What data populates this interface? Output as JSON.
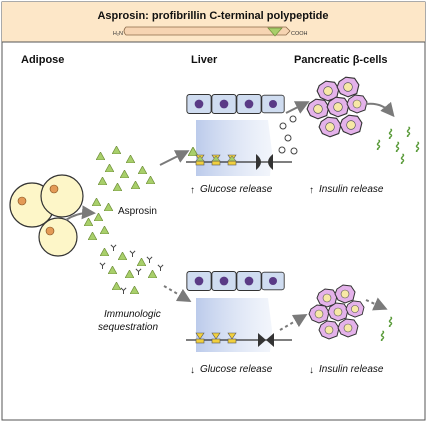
{
  "title": "Asprosin: profibrillin  C-terminal polypeptide",
  "terminus": {
    "n": "H₂N",
    "c": "COOH"
  },
  "sections": {
    "adipose": "Adipose",
    "liver": "Liver",
    "pancreas": "Pancreatic β-cells"
  },
  "labels": {
    "asprosin": "Asprosin",
    "immuno_line1": "Immunologic",
    "immuno_line2": "sequestration"
  },
  "outcomes": {
    "top_glucose_arrow": "↑",
    "top_glucose": "Glucose release",
    "top_insulin_arrow": "↑",
    "top_insulin": "Insulin release",
    "bottom_glucose_arrow": "↓",
    "bottom_glucose": "Glucose release",
    "bottom_insulin_arrow": "↓",
    "bottom_insulin": "Insulin release"
  },
  "colors": {
    "header_band": "#fde7c8",
    "peptide_fill": "#f6d4b2",
    "asprosin_green": "#a8cf6a",
    "hepatocyte_fill": "#cfdcf0",
    "nucleus": "#5a3a86",
    "beta_cell": "#e4b2ea",
    "beta_nucleus": "#f7e8a6",
    "cone": "#c9d6ef",
    "receptor_yellow": "#f1cf3d",
    "insulin_green": "#5a9b3a"
  }
}
